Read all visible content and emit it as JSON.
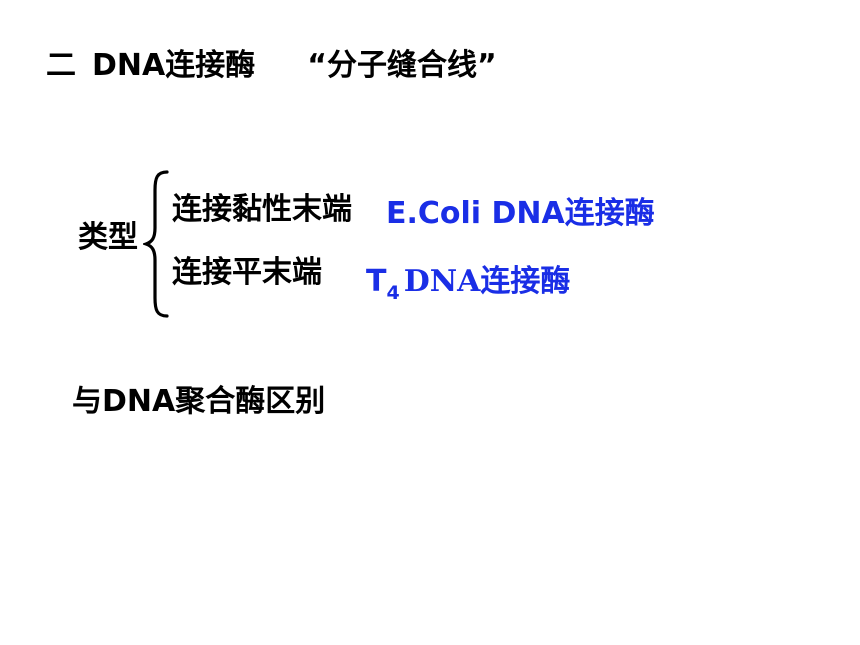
{
  "heading": {
    "number": "二",
    "title": "DNA连接酶",
    "nickname": "“分子缝合线”"
  },
  "types": {
    "label": "类型",
    "items": [
      {
        "name": "连接黏性末端",
        "enzyme": "E.Coli DNA连接酶"
      },
      {
        "name": "连接平末端",
        "enzyme_prefix": "T",
        "enzyme_subscript": "4",
        "enzyme_rest": "DNA连接酶"
      }
    ]
  },
  "difference": {
    "label": "与DNA聚合酶区别"
  },
  "colors": {
    "text": "#000000",
    "enzyme": "#1a2ee6",
    "background": "#ffffff"
  }
}
